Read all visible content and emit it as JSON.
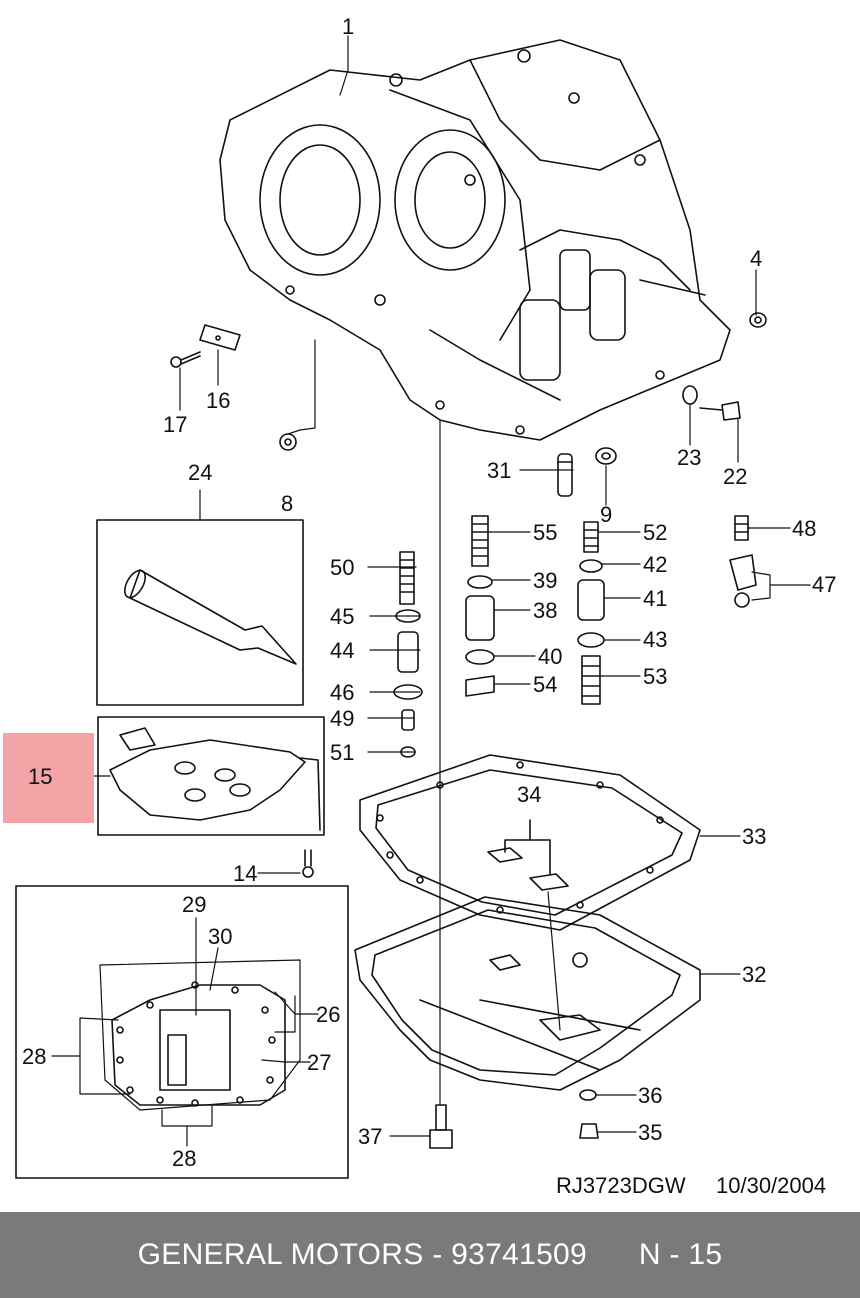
{
  "diagram": {
    "reference": "RJ3723DGW",
    "date": "10/30/2004",
    "highlight_color": "#f4a3a6",
    "callouts": [
      "1",
      "4",
      "8",
      "9",
      "14",
      "15",
      "16",
      "17",
      "22",
      "23",
      "24",
      "26",
      "27",
      "28",
      "28",
      "29",
      "30",
      "31",
      "32",
      "33",
      "34",
      "35",
      "36",
      "37",
      "38",
      "39",
      "40",
      "41",
      "42",
      "43",
      "44",
      "45",
      "46",
      "47",
      "48",
      "49",
      "50",
      "51",
      "52",
      "53",
      "54",
      "55"
    ]
  },
  "footer": {
    "brand": "GENERAL MOTORS",
    "separator": "-",
    "part_number": "93741509",
    "position_label": "N - 15"
  }
}
